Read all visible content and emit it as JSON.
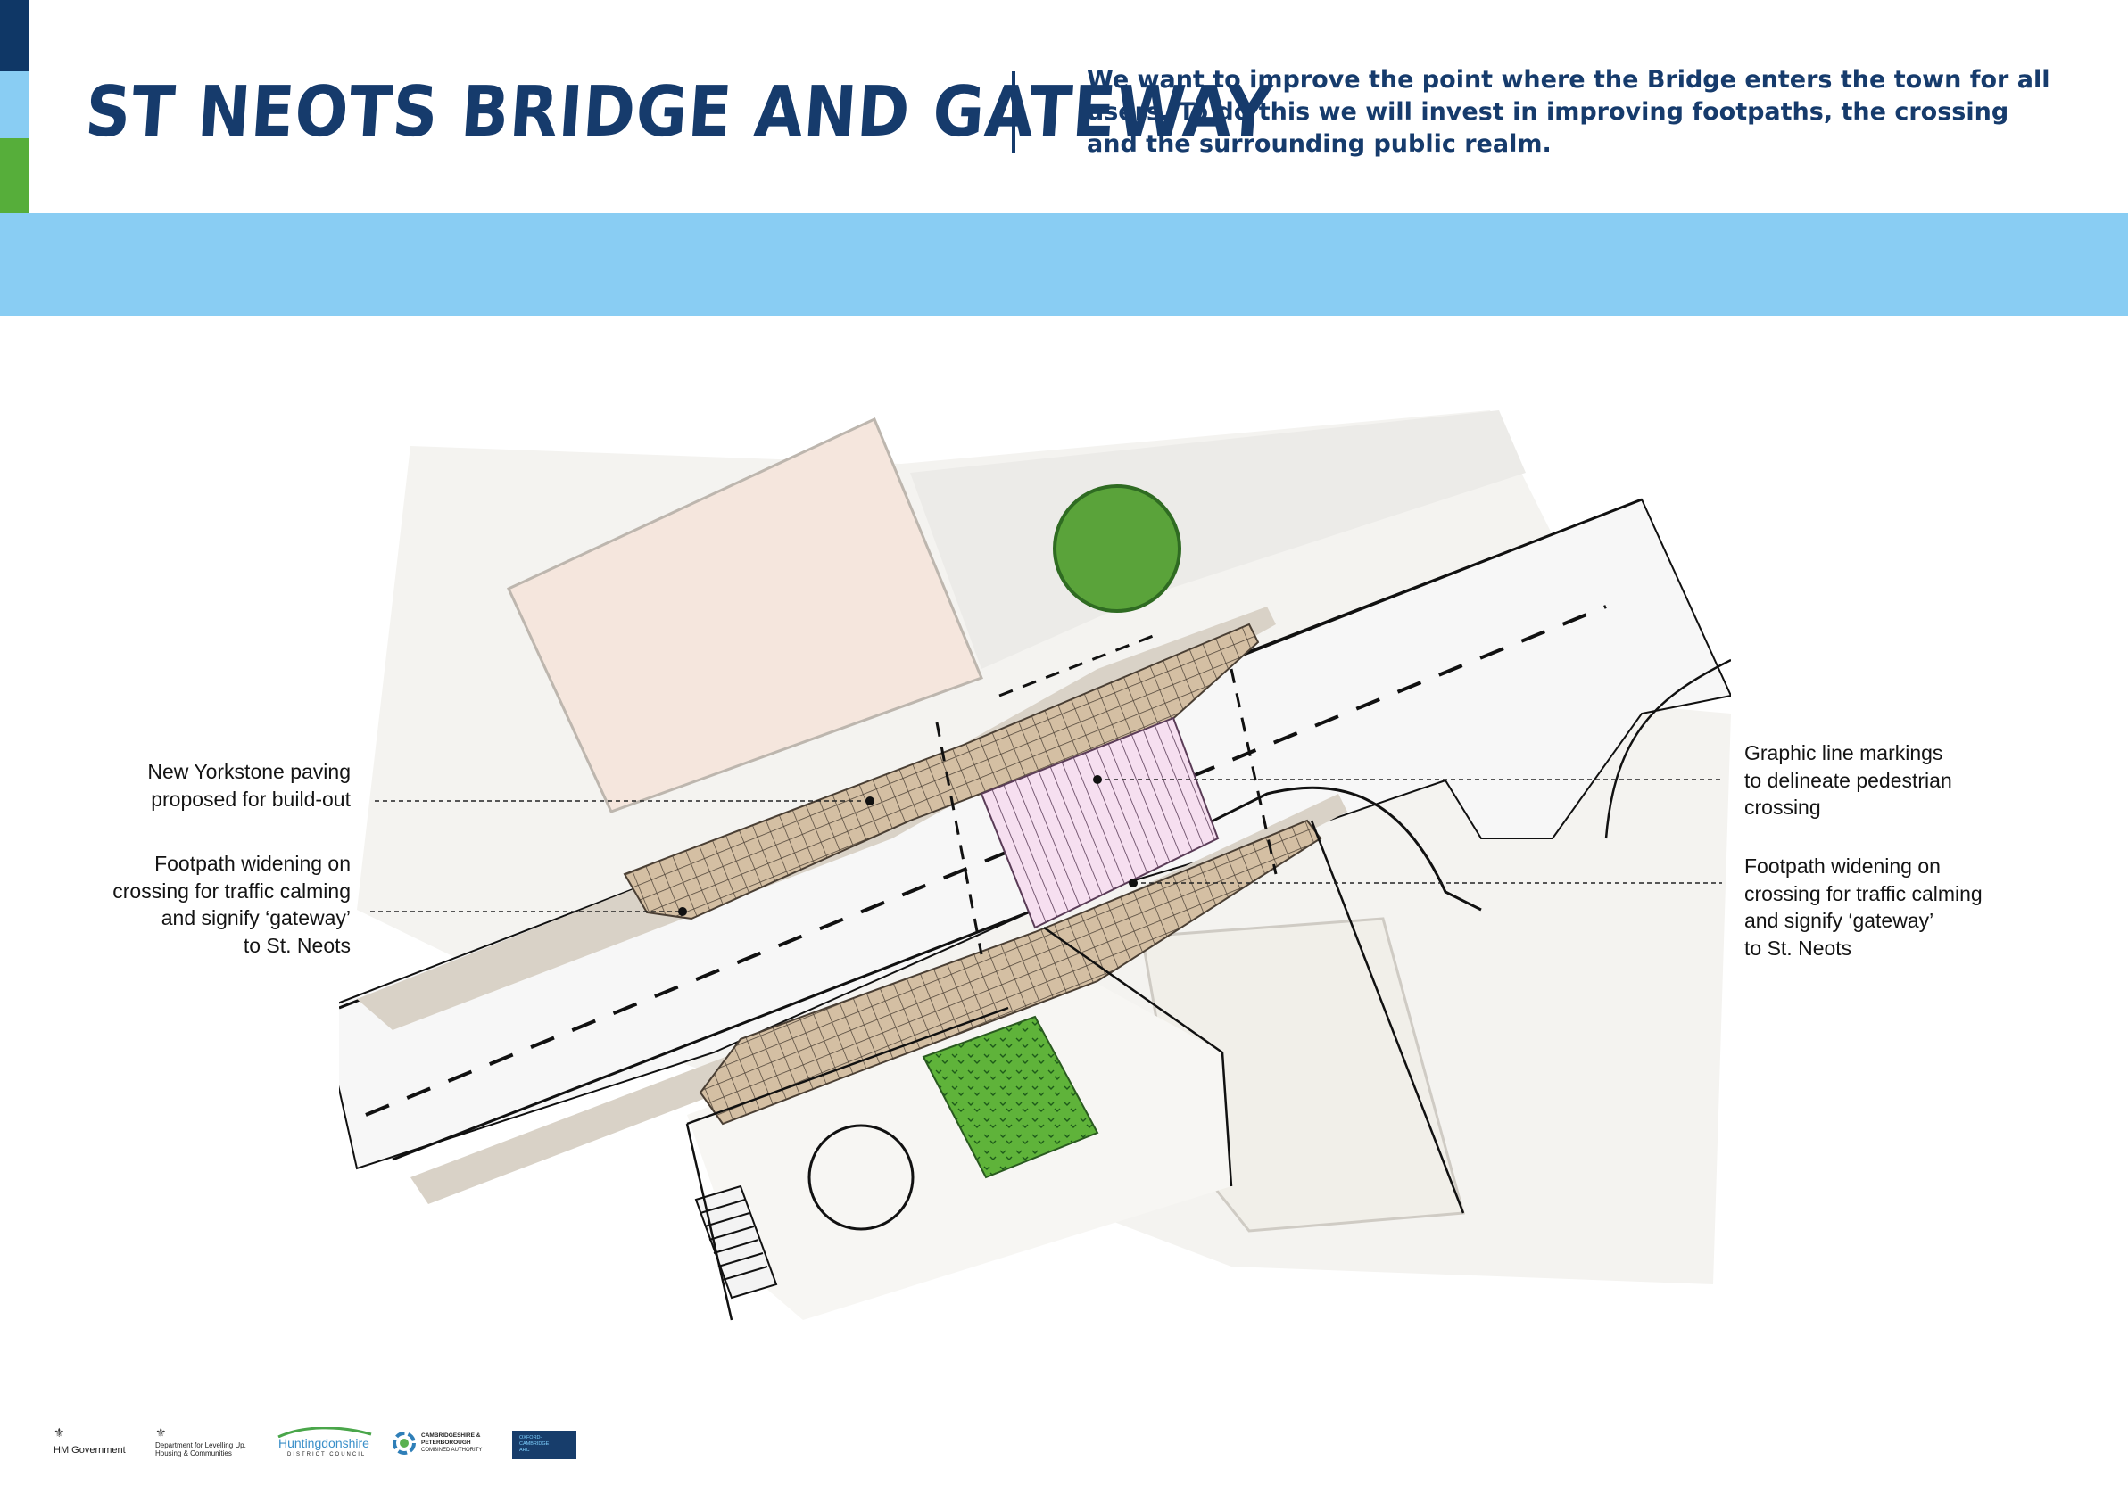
{
  "header": {
    "title": "ST NEOTS BRIDGE AND GATEWAY",
    "intro": "We want to improve the point where the Bridge enters the town for all users. To do this we will invest in improving footpaths, the crossing and the surrounding public realm."
  },
  "colors": {
    "navy": "#163b6c",
    "sky_blue": "#89cdf3",
    "green": "#56ae3a",
    "paving": "#d4bfa3",
    "crossing_pink": "#f6dff0",
    "building": "#f5e6dd",
    "tree": "#5aa33a"
  },
  "annotations": {
    "left": [
      {
        "lines": [
          "New Yorkstone paving",
          "proposed for build-out"
        ]
      },
      {
        "lines": [
          "Footpath widening on",
          "crossing for traffic calming",
          "and signify ‘gateway’",
          "to St. Neots"
        ]
      }
    ],
    "right": [
      {
        "lines": [
          "Graphic line markings",
          "to delineate pedestrian",
          "crossing"
        ]
      },
      {
        "lines": [
          "Footpath widening on",
          "crossing for traffic calming",
          "and signify ‘gateway’",
          "to St. Neots"
        ]
      }
    ]
  },
  "footer": {
    "logos": [
      {
        "name": "HM Government",
        "label": "HM Government"
      },
      {
        "name": "Department for Levelling Up, Housing & Communities",
        "label": "Department for Levelling Up, Housing & Communities"
      },
      {
        "name": "Huntingdonshire District Council",
        "label": "Huntingdonshire",
        "sub": "DISTRICT COUNCIL"
      },
      {
        "name": "Cambridgeshire & Peterborough Combined Authority",
        "label": "CAMBRIDGESHIRE & PETERBOROUGH",
        "sub": "COMBINED AUTHORITY"
      },
      {
        "name": "Oxford-Cambridge Arc",
        "label": "OXFORD-CAMBRIDGE ARC"
      }
    ]
  }
}
